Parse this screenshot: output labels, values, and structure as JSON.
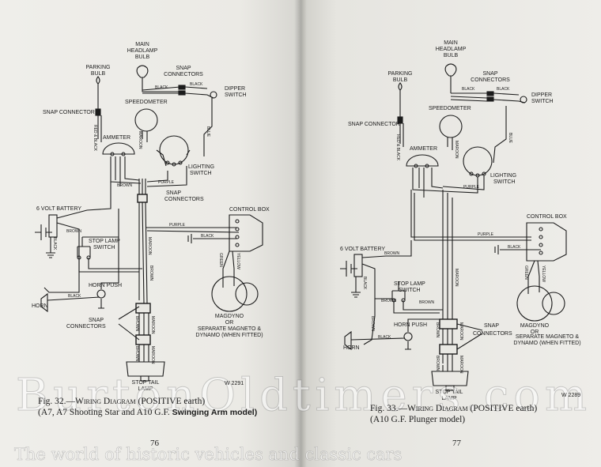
{
  "left_page": {
    "caption": {
      "fig": "Fig. 32.",
      "title": "—Wiring Diagram",
      "earth": " (POSITIVE earth)",
      "models": "(A7, A7 Shooting Star and A10 G.F. ",
      "models_bold": "Swinging Arm model)",
      "models_end": ""
    },
    "page_number": "76",
    "figure_id": "W 2291",
    "labels": {
      "main_headlamp": "MAIN",
      "main_headlamp2": "HEADLAMP",
      "main_headlamp3": "BULB",
      "parking": "PARKING",
      "parking2": "BULB",
      "snap_conn_top": "SNAP",
      "snap_conn_top2": "CONNECTORS",
      "dipper": "DIPPER",
      "dipper2": "SWITCH",
      "snap_connector": "SNAP CONNECTOR",
      "speedometer": "SPEEDOMETER",
      "ammeter": "AMMETER",
      "lighting": "LIGHTING",
      "lighting2": "SWITCH",
      "snap_mid": "SNAP",
      "snap_mid2": "CONNECTORS",
      "battery": "6 VOLT BATTERY",
      "control_box": "CONTROL BOX",
      "stop_lamp": "STOP LAMP",
      "stop_lamp2": "SWITCH",
      "horn_push": "HORN PUSH",
      "horn": "HORN",
      "snap_low": "SNAP",
      "snap_low2": "CONNECTORS",
      "magdyno": "MAGDYNO",
      "magdyno2": "OR",
      "magdyno3": "SEPARATE MAGNETO &",
      "magdyno4": "DYNAMO (WHEN FITTED)",
      "stop_tail": "STOP TAIL",
      "stop_tail2": "LAMP"
    },
    "wires": {
      "black": "BLACK",
      "blue": "BLUE",
      "red_black": "RED & BLACK",
      "maroon": "MAROON",
      "brown": "BROWN",
      "purple": "PURPLE",
      "green": "GREEN",
      "yellow": "YELLOW"
    }
  },
  "right_page": {
    "caption": {
      "fig": "Fig. 33.",
      "title": "—Wiring Diagram",
      "earth": " (POSITIVE earth)",
      "models": "(A10 G.F. Plunger model)"
    },
    "page_number": "77",
    "figure_id": "W 2289",
    "labels": {
      "main_headlamp": "MAIN",
      "main_headlamp2": "HEADLAMP",
      "main_headlamp3": "BULB",
      "parking": "PARKING",
      "parking2": "BULB",
      "snap_conn_top": "SNAP",
      "snap_conn_top2": "CONNECTORS",
      "dipper": "DIPPER",
      "dipper2": "SWITCH",
      "snap_connector": "SNAP CONNECTOR",
      "speedometer": "SPEEDOMETER",
      "ammeter": "AMMETER",
      "lighting": "LIGHTING",
      "lighting2": "SWITCH",
      "battery": "6 VOLT BATTERY",
      "control_box": "CONTROL BOX",
      "stop_lamp": "STOP LAMP",
      "stop_lamp2": "SWITCH",
      "horn_push": "HORN PUSH",
      "horn": "HORN",
      "snap_low": "SNAP",
      "snap_low2": "CONNECTORS",
      "magdyno": "MAGDYNO",
      "magdyno2": "OR",
      "magdyno3": "SEPARATE MAGNETO &",
      "magdyno4": "DYNAMO (WHEN FITTED)",
      "stop_tail": "STOP TAIL",
      "stop_tail2": "LAMP"
    },
    "wires": {
      "black": "BLACK",
      "blue": "BLUE",
      "red_black": "RED & BLACK",
      "maroon": "MAROON",
      "brown": "BROWN",
      "purple": "PURPLE",
      "green": "GREEN",
      "yellow": "YELLOW"
    }
  },
  "watermark": {
    "brand": "BurtonOldtimers.com",
    "tagline": "The world of historic vehicles and classic cars"
  },
  "colors": {
    "ink": "#1c1c1c",
    "paper": "#ecebe6"
  }
}
